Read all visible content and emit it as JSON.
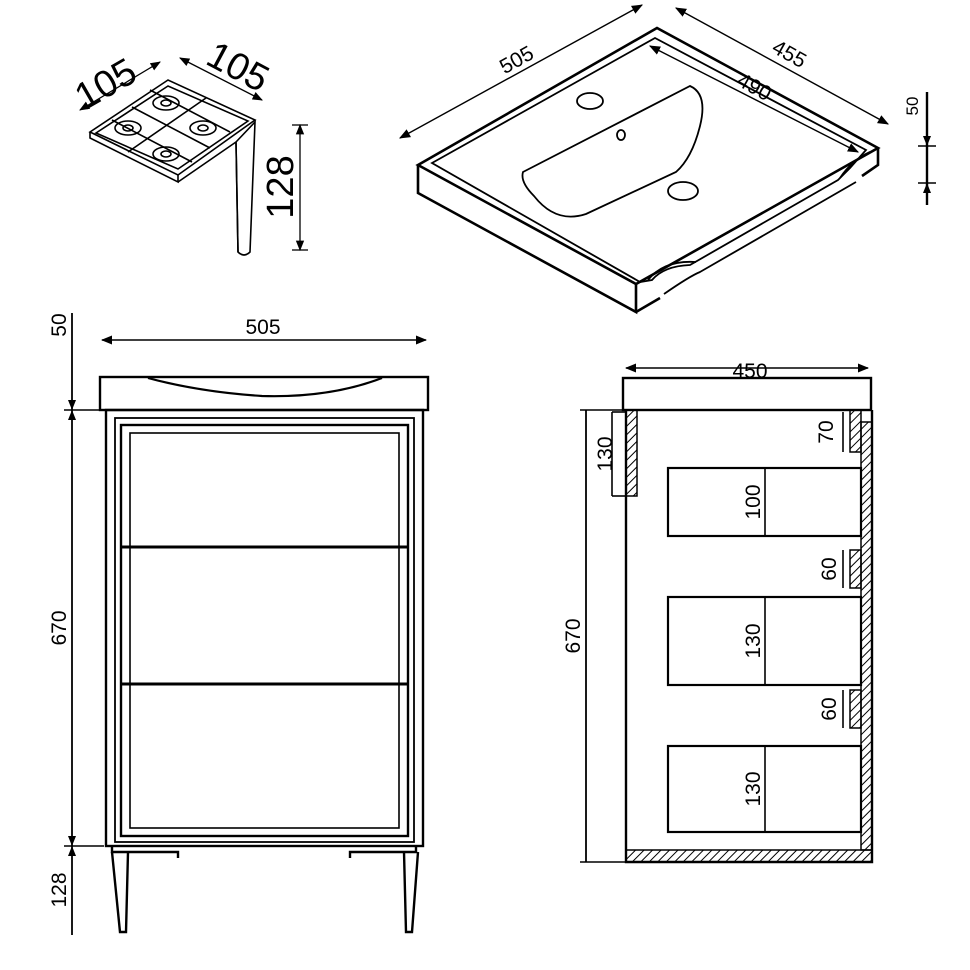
{
  "leg": {
    "width_a": "105",
    "width_b": "105",
    "height": "128"
  },
  "basin": {
    "width": "505",
    "depth": "455",
    "inner_width": "490",
    "thickness": "50"
  },
  "front_view": {
    "width": "505",
    "top_thickness": "50",
    "body_height": "670",
    "leg_height": "128"
  },
  "section_view": {
    "depth": "450",
    "body_height": "670",
    "top_rail": "130",
    "top_gap": "70",
    "drawer_1": "100",
    "gap_1": "60",
    "drawer_2": "130",
    "gap_2": "60",
    "drawer_3": "130"
  }
}
